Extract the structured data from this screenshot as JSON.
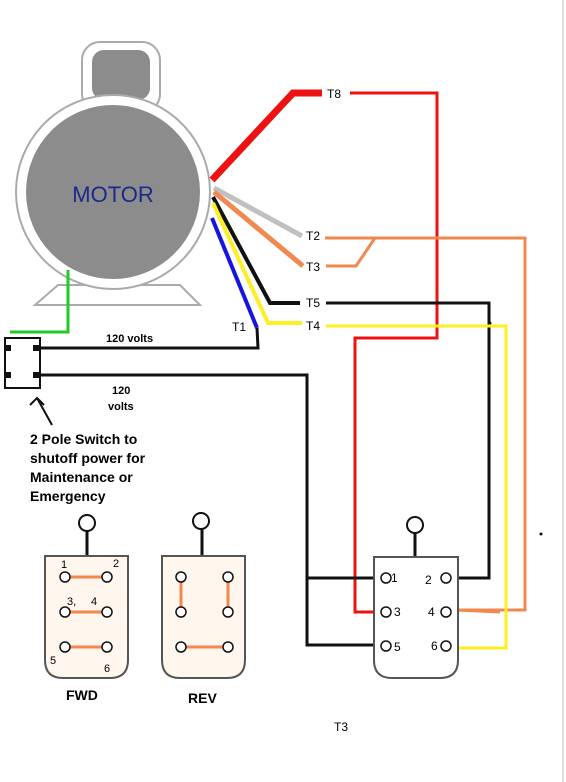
{
  "motor": {
    "label": "MOTOR"
  },
  "leads": {
    "t1": "T1",
    "t2": "T2",
    "t3": "T3",
    "t4": "T4",
    "t5": "T5",
    "t8": "T8",
    "t3_bottom": "T3"
  },
  "wires": {
    "volts_top": "120 volts",
    "volts_bottom_1": "120",
    "volts_bottom_2": "volts"
  },
  "switch_note": {
    "line1": "2 Pole Switch to",
    "line2": "shutoff power for",
    "line3": "Maintenance or",
    "line4": "Emergency"
  },
  "fwd_plate": {
    "caption": "FWD",
    "t1": "1",
    "t2": "2",
    "t3": "3,",
    "t4": "4",
    "t5": "5",
    "t6": "6"
  },
  "rev_plate": {
    "caption": "REV"
  },
  "drum_switch": {
    "t1": "1",
    "t2": "2",
    "t3": "3",
    "t4": "4",
    "t5": "5",
    "t6": "6"
  },
  "colors": {
    "red": "#ee1111",
    "orange": "#f08850",
    "yellow": "#ffee22",
    "blue": "#1515dd",
    "green": "#22cc22",
    "black": "#111111",
    "gray": "#c0c0c0",
    "motor_gray": "#8c8c8c",
    "plate_fill": "#fff6ee"
  }
}
